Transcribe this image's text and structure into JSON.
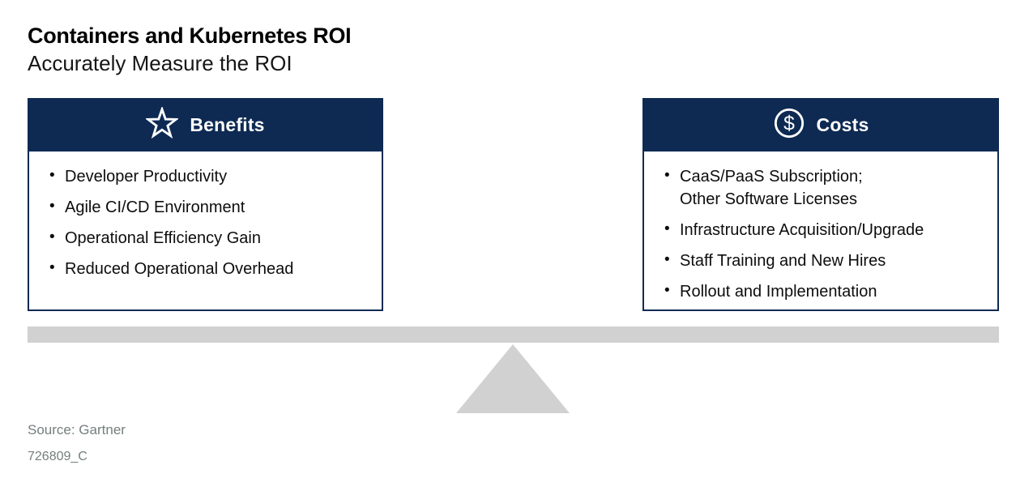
{
  "page": {
    "title": "Containers and Kubernetes ROI",
    "subtitle": "Accurately Measure the ROI",
    "source": "Source: Gartner",
    "figure_id": "726809_C"
  },
  "colors": {
    "navy": "#0e2a53",
    "gray": "#d1d1d1",
    "muted": "#757e7e"
  },
  "benefits": {
    "label": "Benefits",
    "icon": "star-icon",
    "items": [
      "Developer Productivity",
      "Agile CI/CD Environment",
      "Operational Efficiency Gain",
      "Reduced Operational Overhead"
    ]
  },
  "costs": {
    "label": "Costs",
    "icon": "dollar-circle-icon",
    "items": [
      "CaaS/PaaS Subscription;\nOther Software Licenses",
      "Infrastructure Acquisition/Upgrade",
      "Staff Training and New Hires",
      "Rollout and Implementation"
    ]
  },
  "scale": {
    "beam": "balance-beam",
    "fulcrum": "fulcrum-triangle"
  }
}
